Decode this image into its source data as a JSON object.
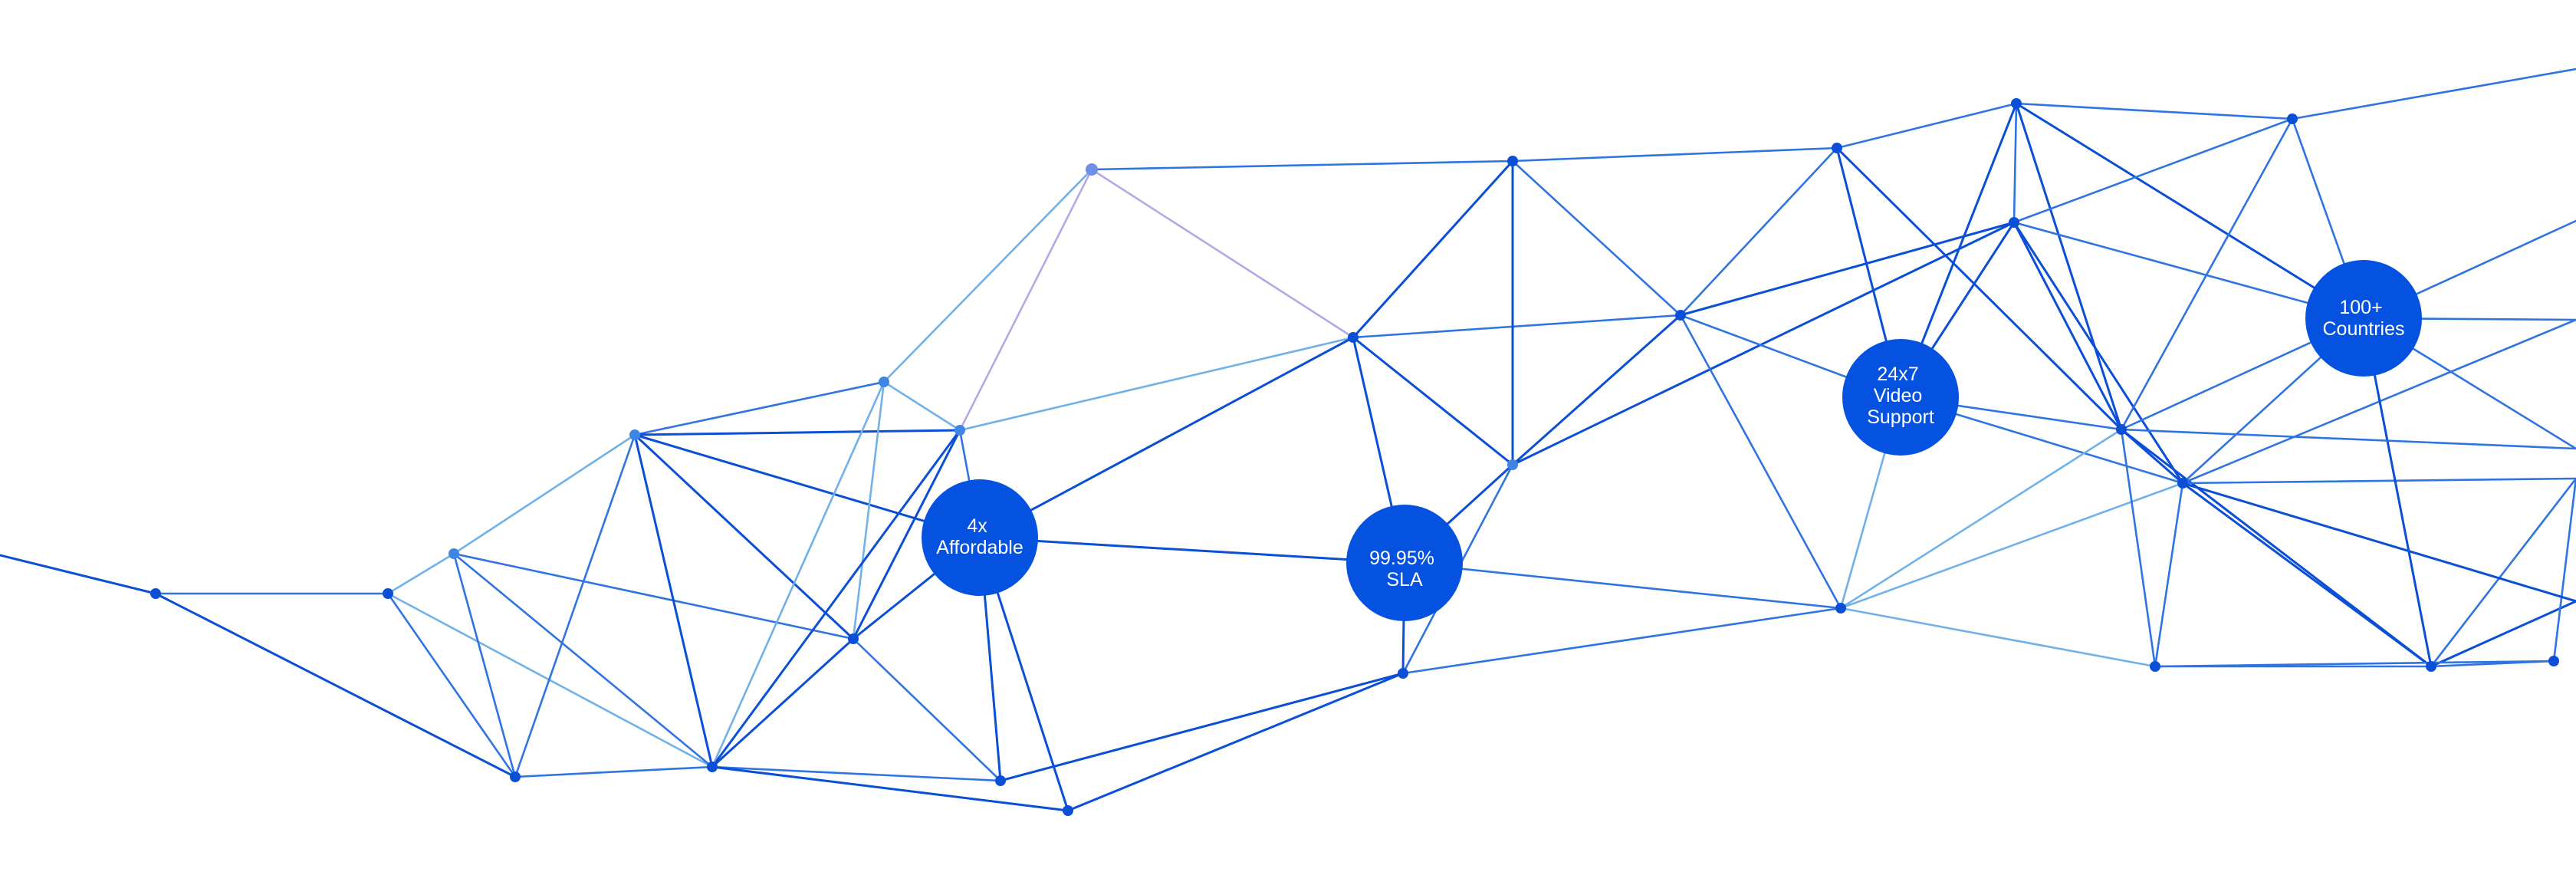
{
  "colors": {
    "background": "#ffffff",
    "badge_fill": "#0652e0",
    "badge_text": "#ffffff",
    "line_dark": "#0a4fd6",
    "line_mid": "#2f74e0",
    "line_light": "#6fb1e8",
    "line_lavender": "#b9a6e6"
  },
  "badges": [
    {
      "id": "affordable",
      "lines": [
        "4x",
        "Affordable"
      ]
    },
    {
      "id": "sla",
      "lines": [
        "99.95%",
        "SLA"
      ]
    },
    {
      "id": "video-support",
      "lines": [
        "24x7",
        "Video",
        "Support"
      ]
    },
    {
      "id": "countries",
      "lines": [
        "100+",
        "Countries"
      ]
    }
  ]
}
